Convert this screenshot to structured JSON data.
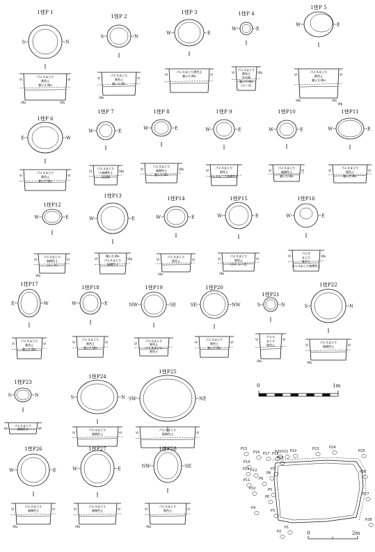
{
  "pits": [
    {
      "label": "1住P 1",
      "dirs": [
        "S",
        "N"
      ],
      "section": [
        "パミスまじり",
        "黒色土",
        "動いたⅦa"
      ],
      "marks": [
        "Ⅵ",
        "Ⅵ",
        "Ⅶa",
        "Ⅶa"
      ]
    },
    {
      "label": "1住P 2",
      "dirs": [
        "S",
        "N"
      ],
      "section": [
        "パミスまじり",
        "黒色土",
        "動いたⅦa"
      ],
      "marks": [
        "Ⅵ",
        "Ⅵ",
        "Ⅶa"
      ]
    },
    {
      "label": "1住P 3",
      "dirs": [
        "W",
        "E"
      ],
      "section": [
        "パミスまじり黒色土",
        "動いたⅦa"
      ],
      "marks": [
        "Ⅵ",
        "Ⅵ"
      ]
    },
    {
      "label": "1住P 4",
      "dirs": [
        "W",
        "E"
      ],
      "section": [
        "パミスまじり",
        "黒色土",
        "木の根",
        "動いたⅦa",
        "(ルーズ)"
      ],
      "marks": [
        "Ⅵ",
        "Ⅶa"
      ]
    },
    {
      "label": "1住P 5",
      "dirs": [
        "W",
        "E"
      ],
      "section": [
        "パミスまじり",
        "黒色土",
        "動いたⅦa"
      ],
      "marks": [
        "Ⅵ",
        "Ⅵ",
        "Ⅶa",
        "Ⅶa",
        "Ⅶb"
      ]
    },
    {
      "label": "1住P 6",
      "dirs": [
        "E",
        "W"
      ],
      "section": [
        "パミスまじり",
        "黒色土",
        "動いたⅦa"
      ],
      "marks": [
        "Ⅵ",
        "Ⅵ"
      ]
    },
    {
      "label": "1住P 7",
      "dirs": [
        "W",
        "E"
      ],
      "section": [
        "パミスまじり",
        "り暗褐色土",
        "住居跡"
      ],
      "marks": [
        "Ⅵ",
        "Ⅶa"
      ]
    },
    {
      "label": "1住P 8",
      "dirs": [
        "W",
        "E"
      ],
      "section": [
        "パミスまじり",
        "暗褐色土",
        "動いたⅦa"
      ],
      "marks": [
        "Ⅵ",
        "Ⅶa"
      ]
    },
    {
      "label": "1住P 9",
      "dirs": [
        "W",
        "E"
      ],
      "section": [
        "パミスまじり",
        "黒色土",
        "パミスまじり暗褐色土"
      ],
      "marks": [
        "Ⅵ"
      ]
    },
    {
      "label": "1住P10",
      "dirs": [
        "W",
        "E"
      ],
      "section": [
        "パミスまじり",
        "暗褐色土",
        "動いたⅦa"
      ],
      "marks": [
        "Ⅵ",
        "Ⅵ"
      ]
    },
    {
      "label": "1住P11",
      "dirs": [
        "W",
        "E"
      ],
      "section": [
        "パミスまじり",
        "黒色土",
        "動いたⅦa"
      ],
      "marks": [
        "Ⅵ",
        "Ⅵ"
      ]
    },
    {
      "label": "1住P12",
      "dirs": [
        "W",
        "E"
      ],
      "section": [
        "パミスまじり",
        "暗褐色土",
        "(ルーズ)"
      ],
      "marks": [
        "Ⅵ",
        "Ⅵ",
        "Ⅶa"
      ]
    },
    {
      "label": "1住P13",
      "dirs": [
        "W",
        "E"
      ],
      "section": [
        "動いたⅦa",
        "パミスまじり",
        "暗褐色土"
      ],
      "marks": [
        "Ⅵ",
        "Ⅶa"
      ]
    },
    {
      "label": "1住P14",
      "dirs": [
        "W",
        "E"
      ],
      "section": [
        "パミスまじり",
        "黒色土"
      ],
      "marks": [
        "Ⅵ",
        "Ⅵ",
        "Ⅶa"
      ]
    },
    {
      "label": "1住P15",
      "dirs": [
        "W",
        "E"
      ],
      "section": [
        "パミスまじり",
        "黒色土",
        "(やや ルーズ)"
      ],
      "marks": [
        "Ⅵ",
        "Ⅵ",
        "Ⅶa"
      ]
    },
    {
      "label": "1住P16",
      "dirs": [
        "W",
        "E"
      ],
      "section": [
        "パミス",
        "まじり",
        "黒色土",
        "パミスまじり暗褐色土"
      ],
      "marks": [
        "Ⅵ",
        "Ⅶa"
      ]
    },
    {
      "label": "1住P17",
      "dirs": [
        "E",
        "W"
      ],
      "section": [
        "パミスまじり",
        "黒色土",
        "動いたⅦa"
      ],
      "marks": [
        "Ⅵ",
        "Ⅵ"
      ]
    },
    {
      "label": "1住P18",
      "dirs": [
        "W",
        "E"
      ],
      "section": [
        "パミスまじり",
        "黒色土",
        "動いたⅦa"
      ],
      "marks": [
        "Ⅵ",
        "Ⅵ"
      ]
    },
    {
      "label": "1住P19",
      "dirs": [
        "NW",
        "SE"
      ],
      "section": [
        "パミスまじり",
        "黒色土",
        "パミスまじり",
        "黒色土"
      ],
      "marks": [
        "Ⅵ"
      ]
    },
    {
      "label": "1住P20",
      "dirs": [
        "SE",
        "NW"
      ],
      "section": [
        "パミスまじり",
        "黒色土",
        "動いたⅦa"
      ],
      "marks": [
        "Ⅵ",
        "Ⅵ"
      ]
    },
    {
      "label": "1住P21",
      "dirs": [
        "S",
        "N"
      ],
      "section": [
        "パミス",
        "まじり",
        "黒色土"
      ],
      "marks": [
        "Ⅵ",
        "Ⅵ",
        "Ⅶa"
      ]
    },
    {
      "label": "1住P22",
      "dirs": [
        "S",
        "N"
      ],
      "section": [
        "パミスまじり",
        "暗褐色土"
      ],
      "marks": [
        "Ⅵ",
        "Ⅵ",
        "Ⅶa"
      ]
    },
    {
      "label": "1住P23",
      "dirs": [
        "S",
        "N"
      ],
      "section": [
        "パミスまじり",
        "黒褐色土"
      ],
      "marks": [
        "Ⅵ",
        "Ⅵ"
      ]
    },
    {
      "label": "1住P24",
      "dirs": [
        "S",
        "N"
      ],
      "section": [
        "パミスまじり",
        "黒褐色土"
      ],
      "marks": [
        "Ⅵ",
        "Ⅵ"
      ]
    },
    {
      "label": "1住P25",
      "dirs": [
        "SW",
        "NE"
      ],
      "section": [
        "パミスまじり",
        "黒褐色土"
      ],
      "marks": [
        "Ⅵ",
        "Ⅵ"
      ]
    },
    {
      "label": "1住P26",
      "dirs": [
        "W",
        "E"
      ],
      "section": [
        "パミスまじり",
        "暗褐色土"
      ],
      "marks": [
        "Ⅵ",
        "Ⅵ",
        "Ⅶa"
      ]
    },
    {
      "label": "1住P27",
      "dirs": [
        "W",
        "E"
      ],
      "section": [
        "パミスまじり",
        "黒褐色土"
      ],
      "marks": [
        "Ⅵ",
        "Ⅵ",
        "Ⅶa"
      ]
    },
    {
      "label": "1住P28",
      "dirs": [
        "NW",
        "SE"
      ],
      "section": [
        "パミスまじり",
        "黒色土"
      ],
      "marks": [
        "Ⅵ",
        "Ⅵ",
        "Ⅶa"
      ]
    }
  ],
  "scale_bar": {
    "start": "0",
    "end": "1m"
  },
  "site_map": {
    "pit_labels": [
      "P15",
      "P16",
      "P17",
      "P18",
      "P19",
      "P20",
      "P21",
      "P22",
      "P23",
      "P24",
      "P25",
      "P26",
      "P27",
      "P28",
      "P14",
      "P13",
      "P12",
      "P11",
      "P10",
      "P9",
      "P8",
      "P7",
      "P6",
      "P5",
      "P4",
      "P3",
      "P2",
      "P1"
    ],
    "scale_start": "0",
    "scale_end": "2m"
  }
}
